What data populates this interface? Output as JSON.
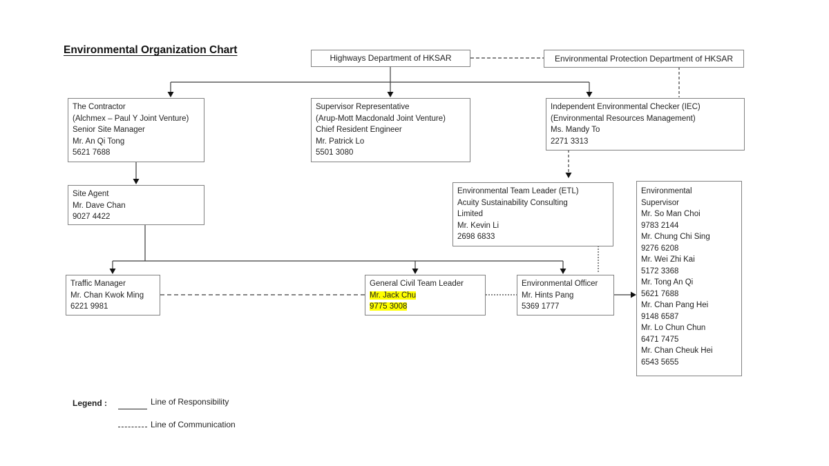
{
  "title": "Environmental Organization Chart",
  "nodes": {
    "highways": {
      "lines": [
        "Highways Department of HKSAR"
      ]
    },
    "epd": {
      "lines": [
        "Environmental Protection Department of HKSAR"
      ]
    },
    "contractor": {
      "lines": [
        "The Contractor",
        "(Alchmex – Paul Y Joint Venture)",
        "Senior Site Manager",
        "Mr. An Qi Tong",
        "5621 7688"
      ]
    },
    "supervisor_rep": {
      "lines": [
        "Supervisor Representative",
        "(Arup-Mott Macdonald Joint Venture)",
        "Chief Resident Engineer",
        "Mr. Patrick Lo",
        "5501 3080"
      ]
    },
    "iec": {
      "lines": [
        "Independent Environmental Checker (IEC)",
        "(Environmental Resources Management)",
        "Ms. Mandy To",
        "2271 3313"
      ]
    },
    "site_agent": {
      "lines": [
        "Site Agent",
        "Mr. Dave Chan",
        "9027 4422"
      ]
    },
    "etl": {
      "lines": [
        "Environmental Team Leader (ETL)",
        "Acuity Sustainability Consulting",
        "Limited",
        "Mr. Kevin Li",
        "2698 6833"
      ]
    },
    "env_supervisor": {
      "lines": [
        "Environmental",
        "Supervisor",
        "Mr. So Man Choi",
        "9783 2144",
        "Mr. Chung Chi Sing",
        "9276 6208",
        "Mr. Wei Zhi Kai",
        "5172 3368",
        "Mr. Tong An Qi",
        "5621 7688",
        "Mr. Chan Pang Hei",
        "9148 6587",
        "Mr. Lo Chun Chun",
        "6471 7475",
        "Mr. Chan Cheuk Hei",
        "6543 5655"
      ]
    },
    "traffic_manager": {
      "lines": [
        "Traffic Manager",
        "Mr. Chan Kwok Ming",
        "6221 9981"
      ]
    },
    "general_civil": {
      "lines": [
        "General Civil Team Leader",
        {
          "text": "Mr. Jack Chu",
          "highlight": true
        },
        {
          "text": "9775 3008",
          "highlight": true
        }
      ]
    },
    "env_officer": {
      "lines": [
        "Environmental Officer",
        "Mr. Hints Pang",
        "5369 1777"
      ]
    }
  },
  "legend": {
    "label": "Legend :",
    "items": [
      {
        "line_style": "solid",
        "label": "Line of Responsibility"
      },
      {
        "line_style": "dashed",
        "label": "Line of Communication"
      }
    ]
  },
  "colors": {
    "highlight": "#ffff00",
    "box_border": "#808080",
    "connector": "#3a3a3a",
    "arrowhead": "#111111"
  }
}
